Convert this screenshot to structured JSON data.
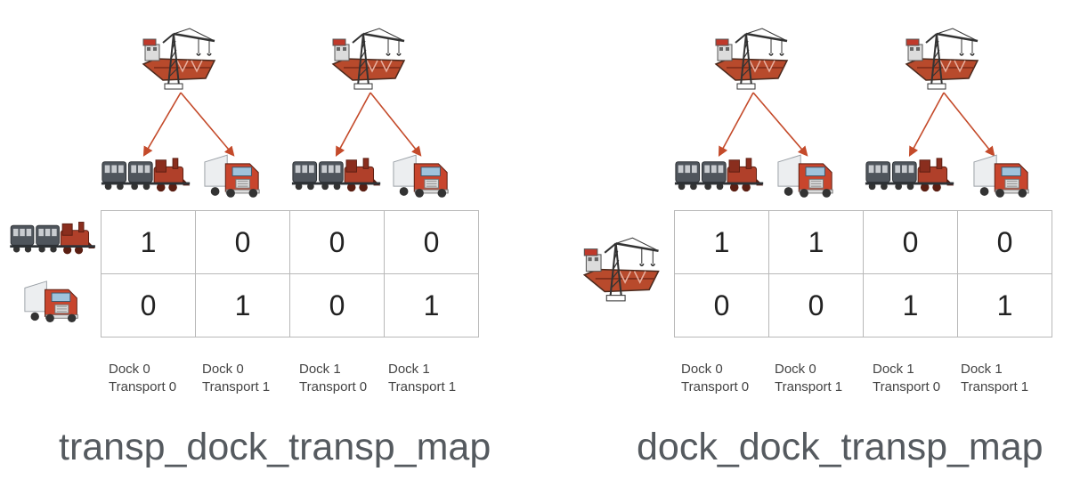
{
  "colors": {
    "arrow": "#c44a2a",
    "border": "#b8b8b8",
    "title": "#555a5f",
    "label": "#444444"
  },
  "icons": {
    "dock": "crane-ship-icon",
    "train": "train-icon",
    "truck": "truck-icon"
  },
  "left": {
    "title": "transp_dock_transp_map",
    "rows": [
      [
        "1",
        "0",
        "0",
        "0"
      ],
      [
        "0",
        "1",
        "0",
        "1"
      ]
    ],
    "columns": [
      {
        "line1": "Dock 0",
        "line2": "Transport 0"
      },
      {
        "line1": "Dock 0",
        "line2": "Transport 1"
      },
      {
        "line1": "Dock 1",
        "line2": "Transport 0"
      },
      {
        "line1": "Dock 1",
        "line2": "Transport 1"
      }
    ]
  },
  "right": {
    "title": "dock_dock_transp_map",
    "rows": [
      [
        "1",
        "1",
        "0",
        "0"
      ],
      [
        "0",
        "0",
        "1",
        "1"
      ]
    ],
    "columns": [
      {
        "line1": "Dock 0",
        "line2": "Transport 0"
      },
      {
        "line1": "Dock 0",
        "line2": "Transport 1"
      },
      {
        "line1": "Dock 1",
        "line2": "Transport 0"
      },
      {
        "line1": "Dock 1",
        "line2": "Transport 1"
      }
    ]
  }
}
